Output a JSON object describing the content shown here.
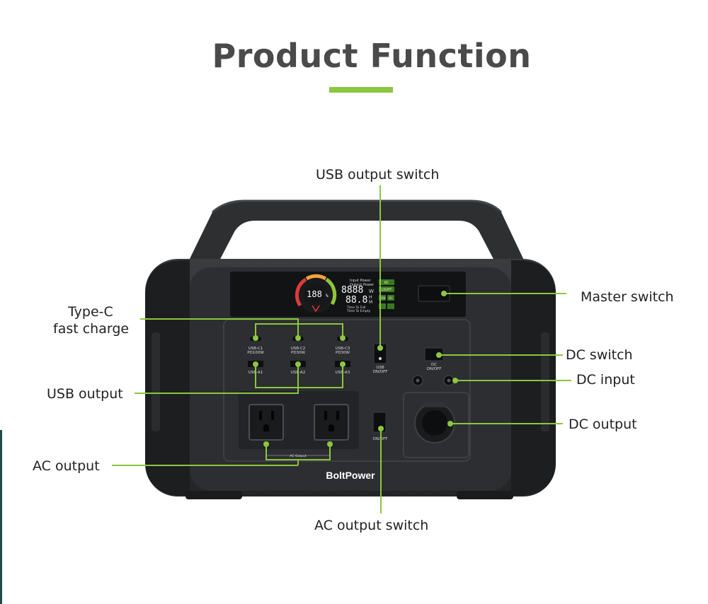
{
  "page": {
    "title": "Product Function",
    "accent_color": "#8cc63f",
    "text_color": "#4a4a4a",
    "body_color": "#2b2d2f"
  },
  "callouts": {
    "usb_output_switch": "USB output switch",
    "master_switch": "Master switch",
    "type_c_line1": "Type-C",
    "type_c_line2": "fast charge",
    "dc_switch": "DC switch",
    "dc_input": "DC input",
    "usb_output": "USB output",
    "dc_output": "DC output",
    "ac_output": "AC output",
    "ac_output_switch": "AC output switch"
  },
  "device": {
    "brand": "BoltPower",
    "display": {
      "battery_percent": "188",
      "percent_sign": "%",
      "input_power_label": "Input Power",
      "output_power_label": "Output Power",
      "watts_value": "8888",
      "watts_unit": "W",
      "time_value": "88.8",
      "hour_unit": "H",
      "minute_unit": "M",
      "time_to_full": "Time To Full",
      "time_to_empty": "Time To Empty",
      "indicator_ac": "AC",
      "indicator_light": "LIGHT",
      "indicator_usb": "USB",
      "indicator_dc": "DC"
    },
    "ports": {
      "usb_c1": "USB-C1",
      "usb_c1_power": "PD100W",
      "usb_c2": "USB-C2",
      "usb_c2_power": "PD30W",
      "usb_c3": "USB-C3",
      "usb_c3_power": "PD30W",
      "usb_a1": "USB-A1",
      "usb_a2": "USB-A2",
      "usb_a3": "USB-A3",
      "usb_switch_label": "USB",
      "usb_switch_state": "ON/OFF",
      "dc_switch_label": "DC",
      "dc_switch_state": "ON/OFF",
      "ac_switch_state": "ON/OFF",
      "ac_output_label": "AC Output"
    }
  }
}
